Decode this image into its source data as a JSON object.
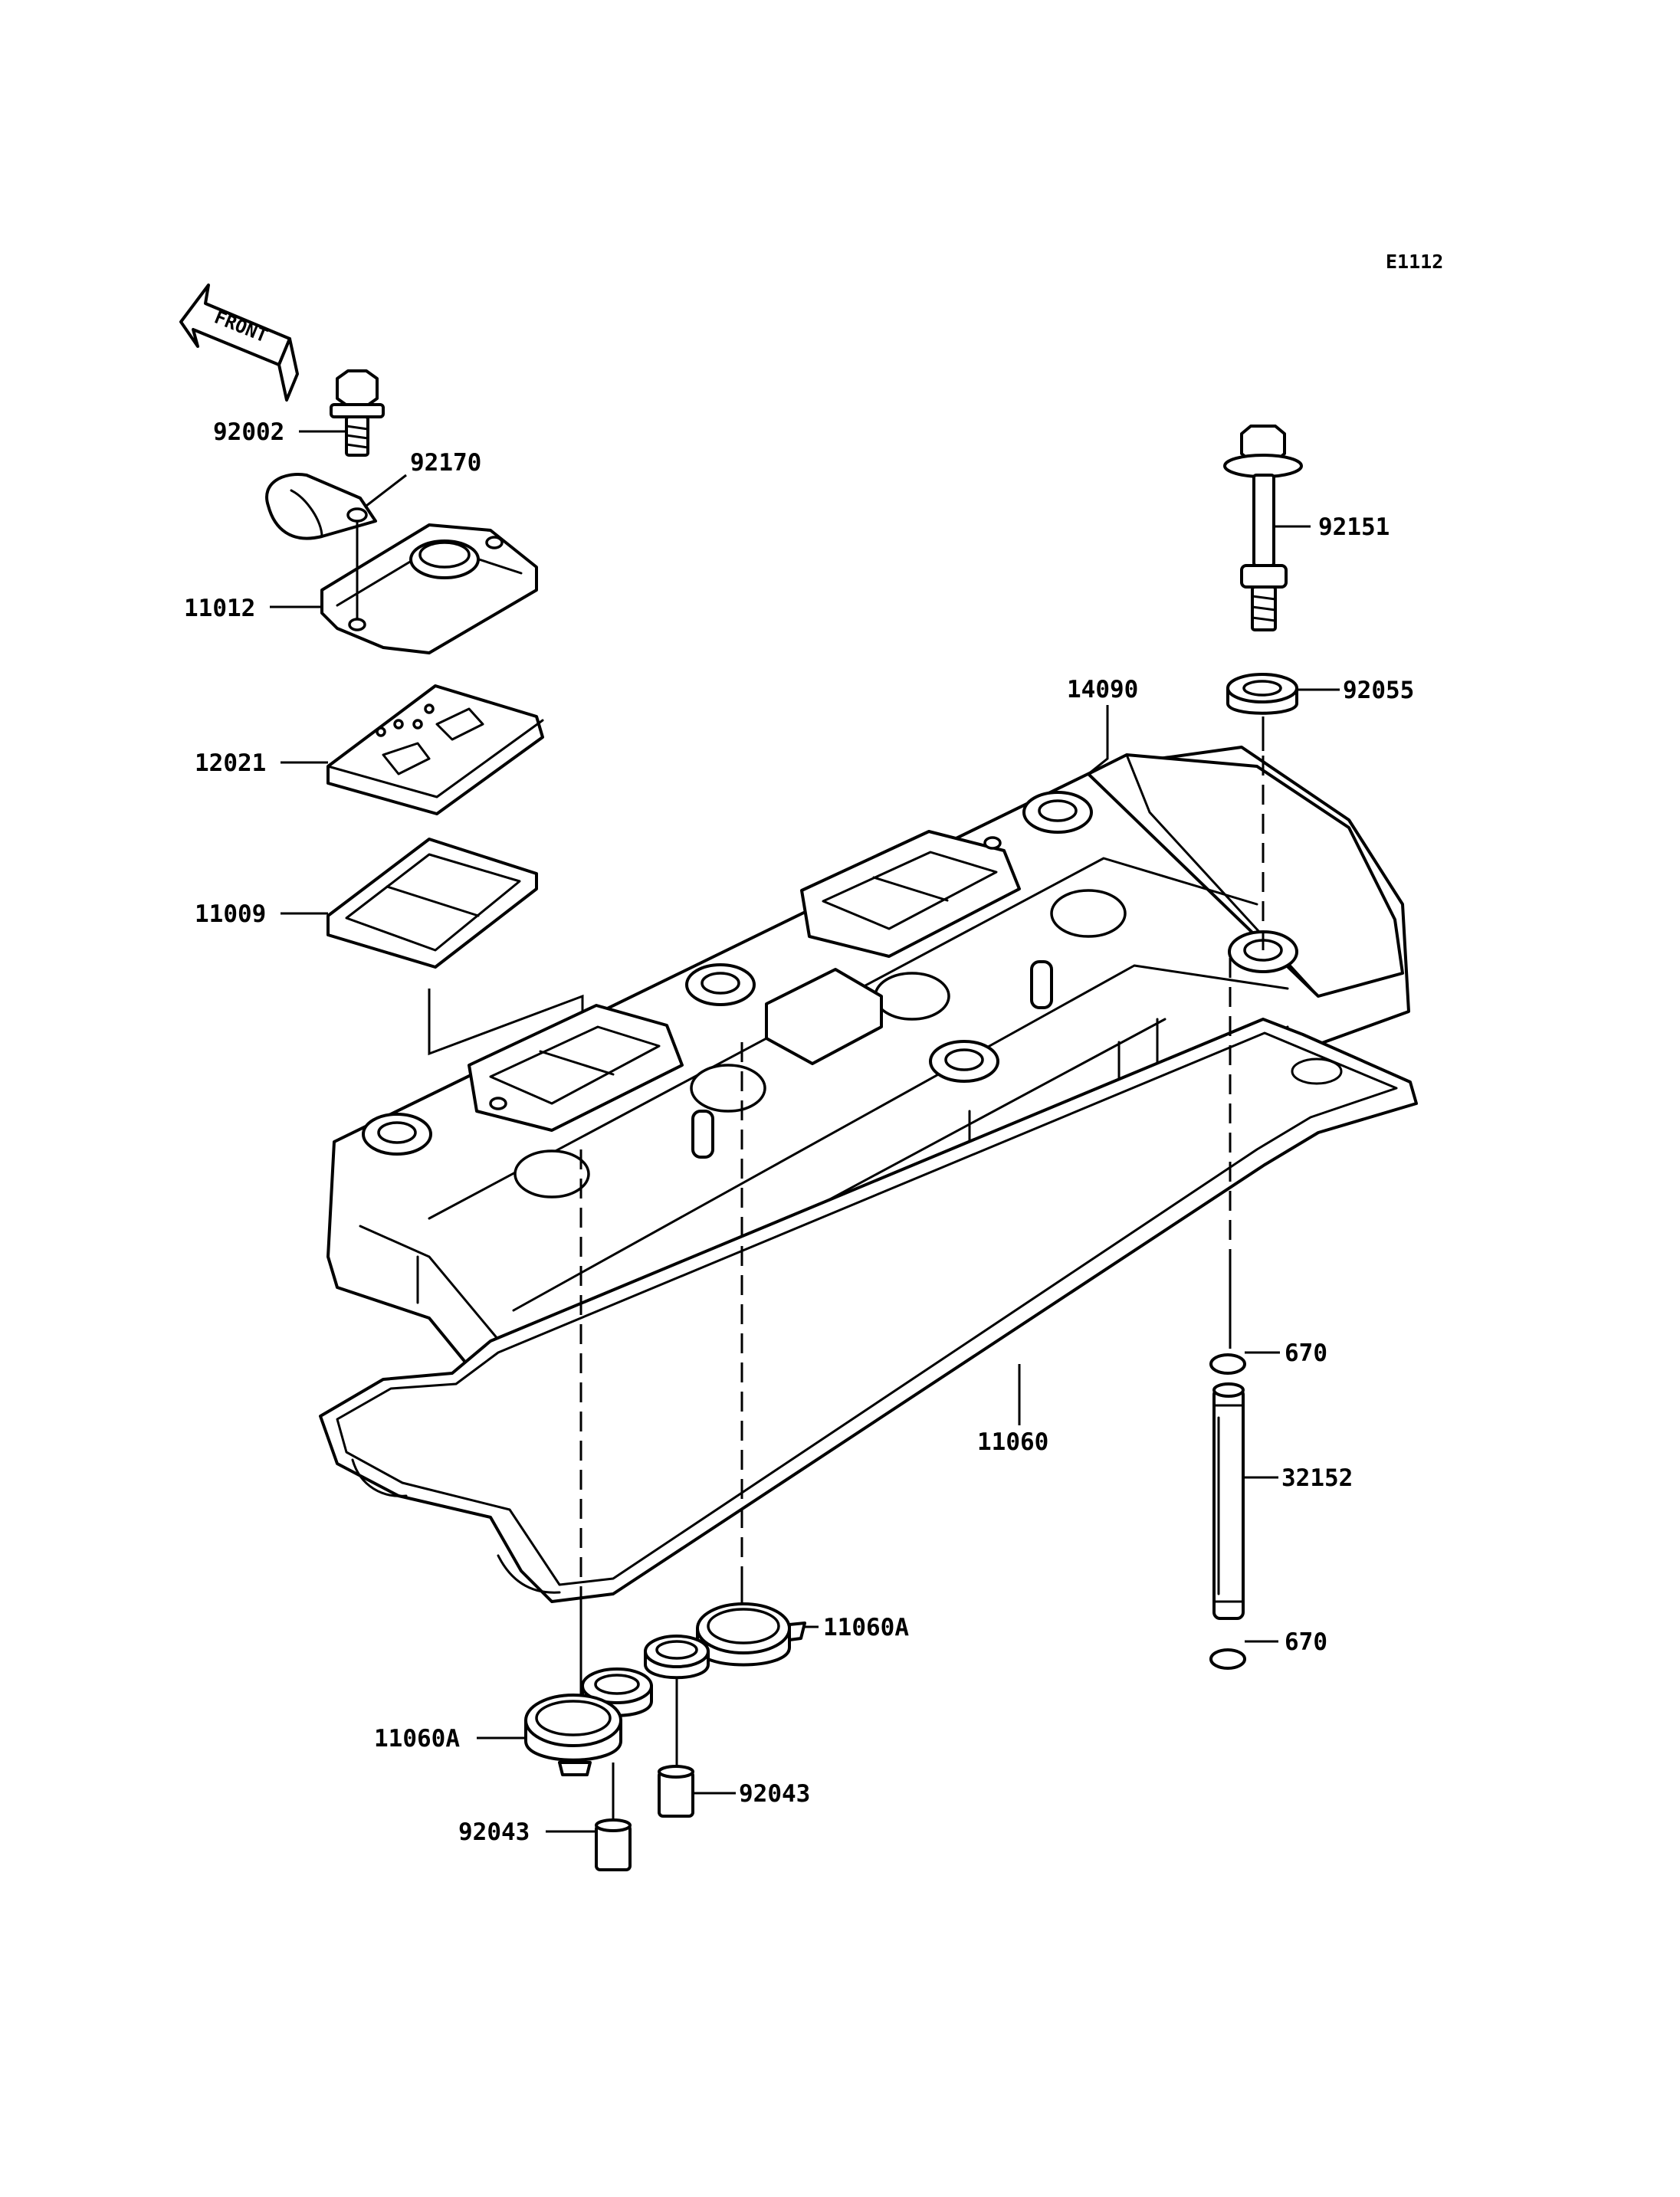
{
  "diagram_code": "E1112",
  "front_label": "FRONT",
  "colors": {
    "line": "#000000",
    "background": "#ffffff"
  },
  "callouts": [
    {
      "id": "92002",
      "text": "92002",
      "part": "cover bolt"
    },
    {
      "id": "92170",
      "text": "92170",
      "part": "clamp"
    },
    {
      "id": "11012",
      "text": "11012",
      "part": "breather cover"
    },
    {
      "id": "12021",
      "text": "12021",
      "part": "reed plate"
    },
    {
      "id": "11009",
      "text": "11009",
      "part": "plate gasket"
    },
    {
      "id": "14090",
      "text": "14090",
      "part": "cylinder head cover"
    },
    {
      "id": "92151",
      "text": "92151",
      "part": "cover bolt long"
    },
    {
      "id": "92055",
      "text": "92055",
      "part": "grommet"
    },
    {
      "id": "11060",
      "text": "11060",
      "part": "cover gasket"
    },
    {
      "id": "670-top",
      "text": "670",
      "part": "o-ring upper"
    },
    {
      "id": "32152",
      "text": "32152",
      "part": "pipe"
    },
    {
      "id": "670-bottom",
      "text": "670",
      "part": "o-ring lower"
    },
    {
      "id": "11060A-right",
      "text": "11060A",
      "part": "plug gasket right"
    },
    {
      "id": "11060A-left",
      "text": "11060A",
      "part": "plug gasket left"
    },
    {
      "id": "92043-right",
      "text": "92043",
      "part": "dowel pin right"
    },
    {
      "id": "92043-left",
      "text": "92043",
      "part": "dowel pin left"
    }
  ]
}
